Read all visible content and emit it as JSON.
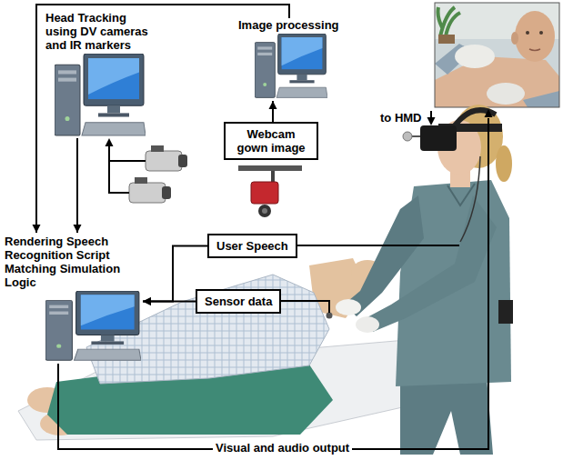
{
  "diagram": {
    "nodes": [
      {
        "text": [
          "Head Tracking using DV cameras and IR markers"
        ]
      },
      {
        "text": [
          "Image processing"
        ]
      },
      {
        "text": [
          "Webcam gown image"
        ]
      },
      {
        "text": [
          "Rendering Speech Recognition Script Matching Simulation Logic"
        ]
      },
      {
        "text": [
          "User Speech"
        ]
      },
      {
        "text": [
          "Sensor data"
        ]
      }
    ],
    "edges": [
      {
        "from": 0,
        "to": 3,
        "arrow": "to"
      },
      {
        "from": 1,
        "to": 3,
        "arrow": "to"
      },
      {
        "from": 2,
        "to": 1,
        "arrow": "to"
      },
      {
        "from": 4,
        "to": 3,
        "arrow": "to"
      },
      {
        "from": 5,
        "to": 3,
        "arrow": "to"
      }
    ],
    "labels": [
      "to HMD",
      "Visual and audio output"
    ]
  }
}
